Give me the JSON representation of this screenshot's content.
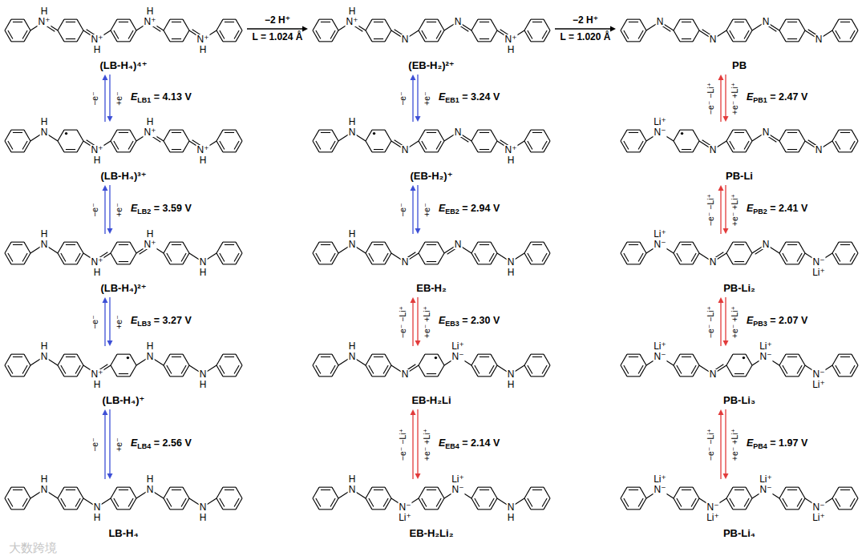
{
  "diagram": {
    "nodes": [
      {
        "text": [
          "(LB-H₄)⁴⁺"
        ]
      },
      {
        "text": [
          "(EB-H₂)²⁺"
        ]
      },
      {
        "text": [
          "PB"
        ]
      },
      {
        "text": [
          "(LB-H₄)³⁺"
        ]
      },
      {
        "text": [
          "(EB-H₂)⁺"
        ]
      },
      {
        "text": [
          "PB-Li"
        ]
      },
      {
        "text": [
          "(LB-H₄)²⁺"
        ]
      },
      {
        "text": [
          "EB-H₂"
        ]
      },
      {
        "text": [
          "PB-Li₂"
        ]
      },
      {
        "text": [
          "(LB-H₄)⁺"
        ]
      },
      {
        "text": [
          "EB-H₂Li"
        ]
      },
      {
        "text": [
          "PB-Li₃"
        ]
      },
      {
        "text": [
          "LB-H₄"
        ]
      },
      {
        "text": [
          "EB-H₂Li₂"
        ]
      },
      {
        "text": [
          "PB-Li₄"
        ]
      }
    ],
    "edges": [
      {
        "from": 0,
        "to": 1,
        "arrow": "to",
        "label": "−2 H⁺"
      },
      {
        "from": 1,
        "to": 2,
        "arrow": "to",
        "label": "−2 H⁺"
      },
      {
        "from": 0,
        "to": 3,
        "arrow": "both",
        "label": "ELB1 = 4.13 V"
      },
      {
        "from": 3,
        "to": 6,
        "arrow": "both",
        "label": "ELB2 = 3.59 V"
      },
      {
        "from": 6,
        "to": 9,
        "arrow": "both",
        "label": "ELB3 = 3.27 V"
      },
      {
        "from": 9,
        "to": 12,
        "arrow": "both",
        "label": "ELB4 = 2.56 V"
      },
      {
        "from": 1,
        "to": 4,
        "arrow": "both",
        "label": "EEB1 = 3.24 V"
      },
      {
        "from": 4,
        "to": 7,
        "arrow": "both",
        "label": "EEB2 = 2.94 V"
      },
      {
        "from": 7,
        "to": 10,
        "arrow": "both",
        "label": "EEB3 = 2.30 V"
      },
      {
        "from": 10,
        "to": 13,
        "arrow": "both",
        "label": "EEB4 = 2.14 V"
      },
      {
        "from": 2,
        "to": 5,
        "arrow": "both",
        "label": "EPB1 = 2.47 V"
      },
      {
        "from": 5,
        "to": 8,
        "arrow": "both",
        "label": "EPB2 = 2.41 V"
      },
      {
        "from": 8,
        "to": 11,
        "arrow": "both",
        "label": "EPB3 = 2.07 V"
      },
      {
        "from": 11,
        "to": 14,
        "arrow": "both",
        "label": "EPB4 = 1.97 V"
      }
    ],
    "labels": [
      "L = 1.024 Å",
      "L = 1.020 Å",
      "−e⁻",
      "+e⁻",
      "−e⁻",
      "+e⁻",
      "−e⁻",
      "+e⁻",
      "−e⁻",
      "+e⁻",
      "−e⁻",
      "+e⁻",
      "−e⁻",
      "+e⁻",
      "−e⁻ −Li⁺",
      "+e⁻ +Li⁺",
      "−e⁻ −Li⁺",
      "+e⁻ +Li⁺",
      "−e⁻ −Li⁺",
      "+e⁻ +Li⁺",
      "−e⁻ −Li⁺",
      "+e⁻ +Li⁺",
      "−e⁻ −Li⁺",
      "+e⁻ +Li⁺",
      "−e⁻ −Li⁺",
      "+e⁻ +Li⁺",
      "大数跨境",
      "N⁺",
      "H",
      "N⁺",
      "H",
      "N⁺",
      "H",
      "N⁺",
      "H",
      "N⁺",
      "H",
      "N",
      "N",
      "N⁺",
      "H",
      "N",
      "N",
      "N",
      "N",
      "N",
      "H",
      "N⁺",
      "H",
      "N⁺",
      "H",
      "N⁺",
      "H",
      "N",
      "H",
      "N",
      "N",
      "N⁺",
      "H",
      "N⁻",
      "Li⁺",
      "N",
      "N",
      "N",
      "N",
      "H",
      "N⁺",
      "H",
      "N⁺",
      "H",
      "N",
      "H",
      "N",
      "H",
      "N",
      "N",
      "N",
      "H",
      "N⁻",
      "Li⁺",
      "N",
      "N",
      "N⁻",
      "Li⁺",
      "N",
      "H",
      "N⁺",
      "H",
      "N",
      "H",
      "N",
      "H",
      "N",
      "H",
      "N",
      "N⁻",
      "Li⁺",
      "N",
      "H",
      "N⁻",
      "Li⁺",
      "N",
      "N⁻",
      "Li⁺",
      "N⁻",
      "Li⁺",
      "N",
      "H",
      "N",
      "H",
      "N",
      "H",
      "N",
      "H",
      "N",
      "H",
      "N⁻",
      "Li⁺",
      "N⁻",
      "Li⁺",
      "N",
      "H",
      "N⁻",
      "Li⁺",
      "N⁻",
      "Li⁺",
      "N⁻",
      "Li⁺",
      "N⁻",
      "Li⁺"
    ]
  }
}
